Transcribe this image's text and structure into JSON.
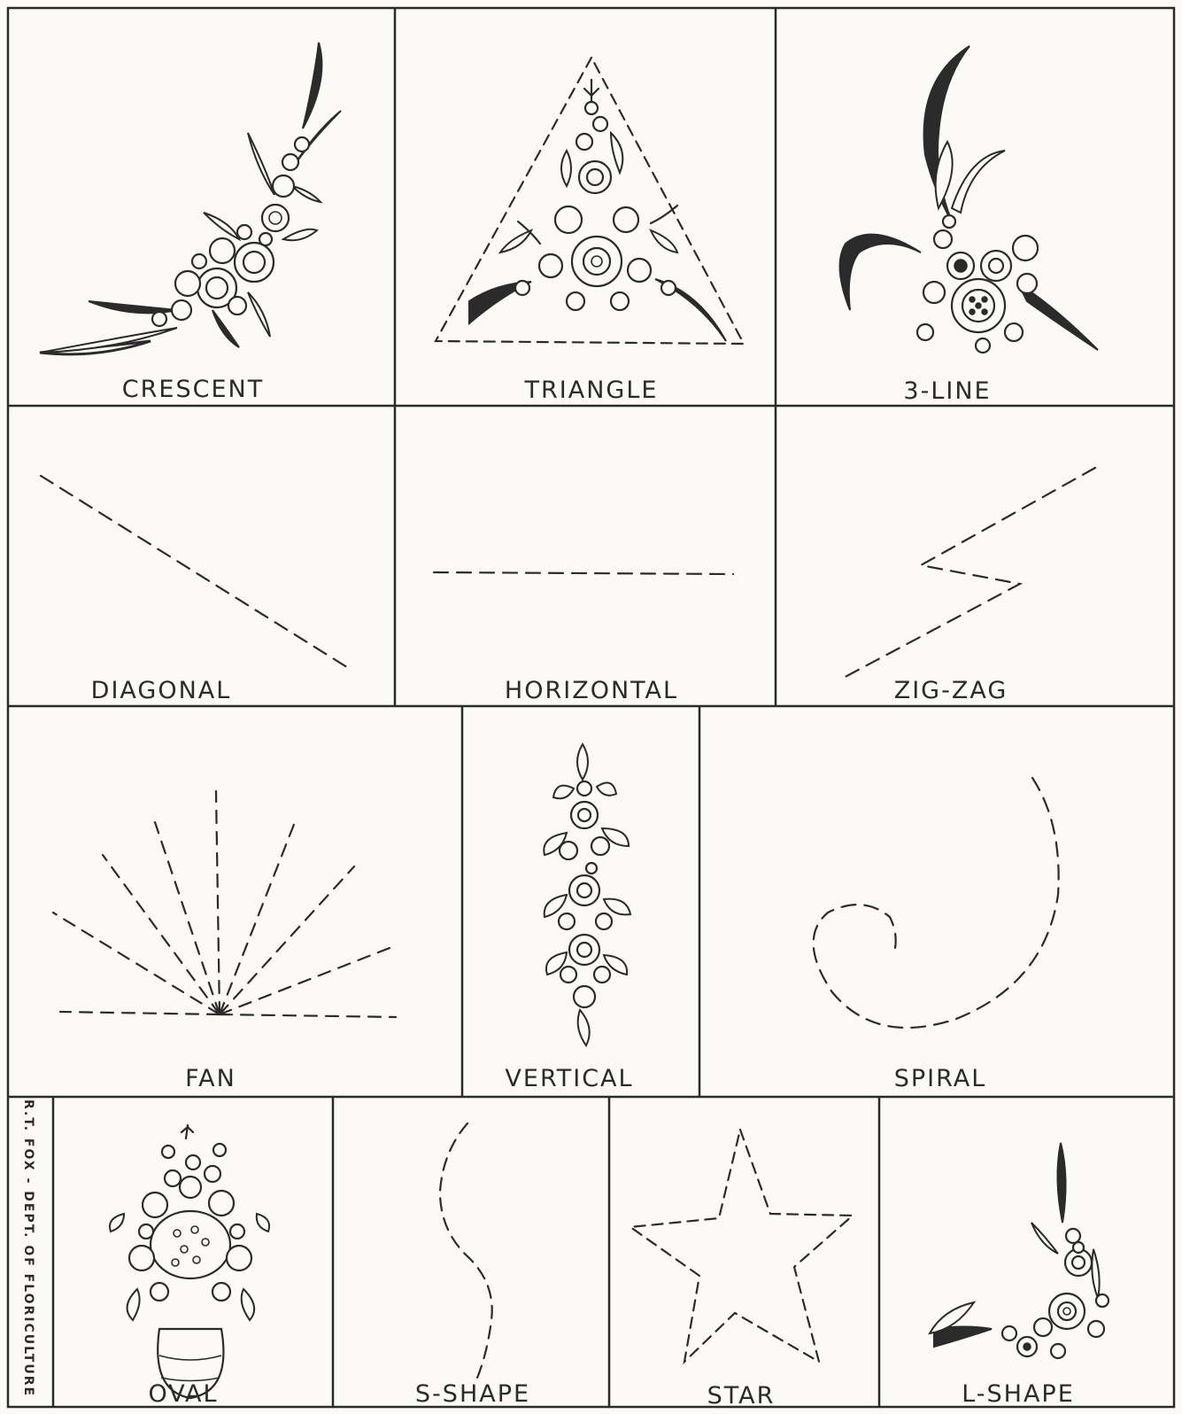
{
  "panels": {
    "crescent": "CRESCENT",
    "triangle": "TRIANGLE",
    "three_line": "3-LINE",
    "diagonal": "DIAGONAL",
    "horizontal": "HORIZONTAL",
    "zigzag": "ZIG-ZAG",
    "fan": "FAN",
    "vertical": "VERTICAL",
    "spiral": "SPIRAL",
    "oval": "OVAL",
    "s_shape": "S-SHAPE",
    "star": "STAR",
    "l_shape": "L-SHAPE"
  },
  "credit": "R.T. FOX - DEPT. OF FLORICULTURE"
}
